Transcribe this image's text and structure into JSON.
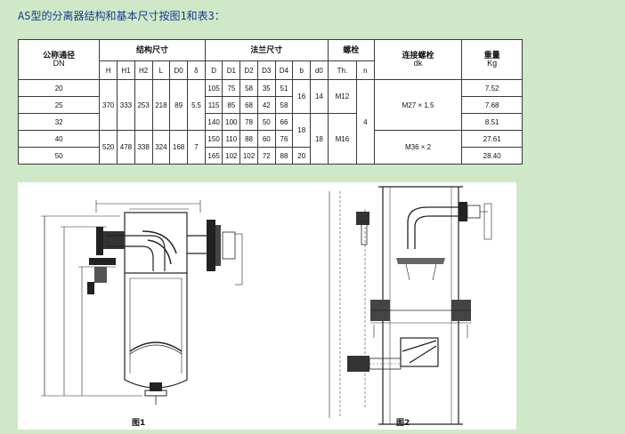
{
  "heading": "AS型的分离器结构和基本尺寸按图1和表3：",
  "table": {
    "header": {
      "dn_label_cn": "公称通径",
      "dn_label": "DN",
      "struct_group": "结构尺寸",
      "flange_group": "法兰尺寸",
      "bolt_group": "螺栓",
      "conn_bolt_label": "连接螺栓",
      "conn_bolt_sub": "dk",
      "weight_label": "重量",
      "weight_unit": "Kg",
      "struct_cols": [
        "H",
        "H1",
        "H2",
        "L",
        "D0",
        "δ"
      ],
      "flange_cols": [
        "D",
        "D1",
        "D2",
        "D3",
        "D4",
        "b",
        "d0"
      ],
      "bolt_cols": [
        "Th.",
        "n"
      ]
    },
    "dn": [
      "20",
      "25",
      "32",
      "40",
      "50"
    ],
    "struct_group_a": [
      "370",
      "333",
      "253",
      "218",
      "89",
      "5.5"
    ],
    "struct_group_b": [
      "520",
      "478",
      "338",
      "324",
      "168",
      "7"
    ],
    "flange_rows": [
      [
        "105",
        "75",
        "58",
        "35",
        "51"
      ],
      [
        "115",
        "85",
        "68",
        "42",
        "58"
      ],
      [
        "140",
        "100",
        "78",
        "50",
        "66"
      ],
      [
        "150",
        "110",
        "88",
        "60",
        "76"
      ],
      [
        "165",
        "102",
        "102",
        "72",
        "88"
      ]
    ],
    "b_values": [
      "16",
      "18",
      "20"
    ],
    "d0_values": [
      "14",
      "18"
    ],
    "th_values": [
      "M12",
      "M16"
    ],
    "n_value": "4",
    "dk_values": [
      "M27 × 1.5",
      "M36 × 2"
    ],
    "weights": [
      "7.52",
      "7.68",
      "8.51",
      "27.61",
      "28.40"
    ]
  },
  "figures": {
    "fig1_caption": "图1",
    "fig2_caption": "图2"
  },
  "colors": {
    "background": "#cfe8c8",
    "heading_text": "#1a3c8c",
    "frame": "#ffffff",
    "line": "#222222"
  }
}
